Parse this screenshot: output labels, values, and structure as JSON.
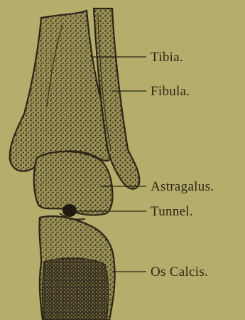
{
  "colors": {
    "paper": "#b5ad6b",
    "ink": "#2a2516",
    "bone_fill": "#8f8650",
    "bone_stipple": "#2f2a18"
  },
  "labels": {
    "tibia": "Tibia.",
    "fibula": "Fibula.",
    "astragalus": "Astragalus.",
    "tunnel": "Tunnel.",
    "os_calcis": "Os Calcis."
  }
}
